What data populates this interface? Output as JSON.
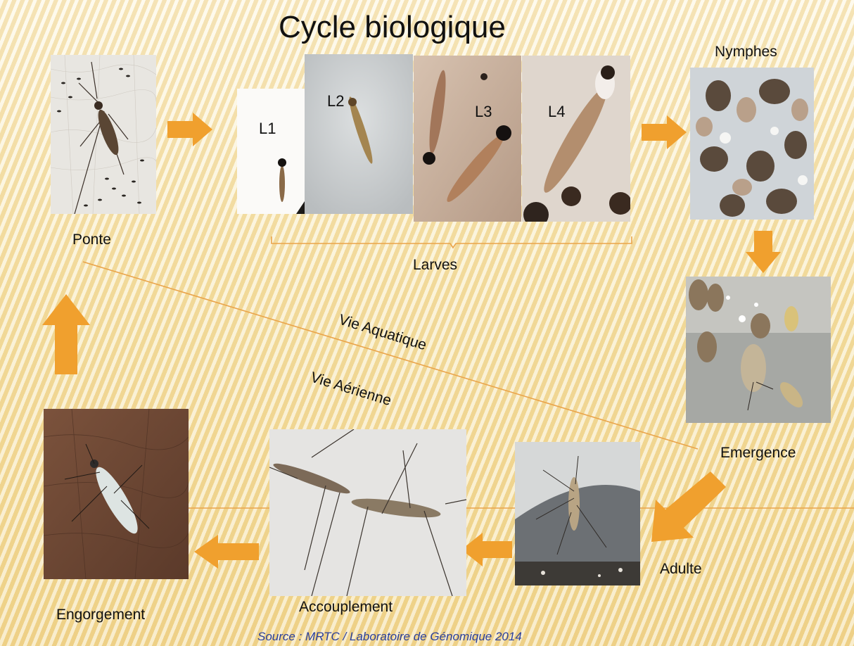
{
  "title": "Cycle biologique",
  "stages": {
    "ponte": "Ponte",
    "l1": "L1",
    "l2": "L2",
    "l3": "L3",
    "l4": "L4",
    "larves": "Larves",
    "nymphes": "Nymphes",
    "emergence": "Emergence",
    "adulte": "Adulte",
    "accouplement": "Accouplement",
    "engorgement": "Engorgement"
  },
  "zones": {
    "aquatic": "Vie Aquatique",
    "aerial": "Vie Aérienne"
  },
  "source": "Source : MRTC / Laboratoire de Génomique 2014",
  "colors": {
    "arrow": "#f0a02e",
    "line": "#eaa44a",
    "source_text": "#2a3f9c"
  }
}
